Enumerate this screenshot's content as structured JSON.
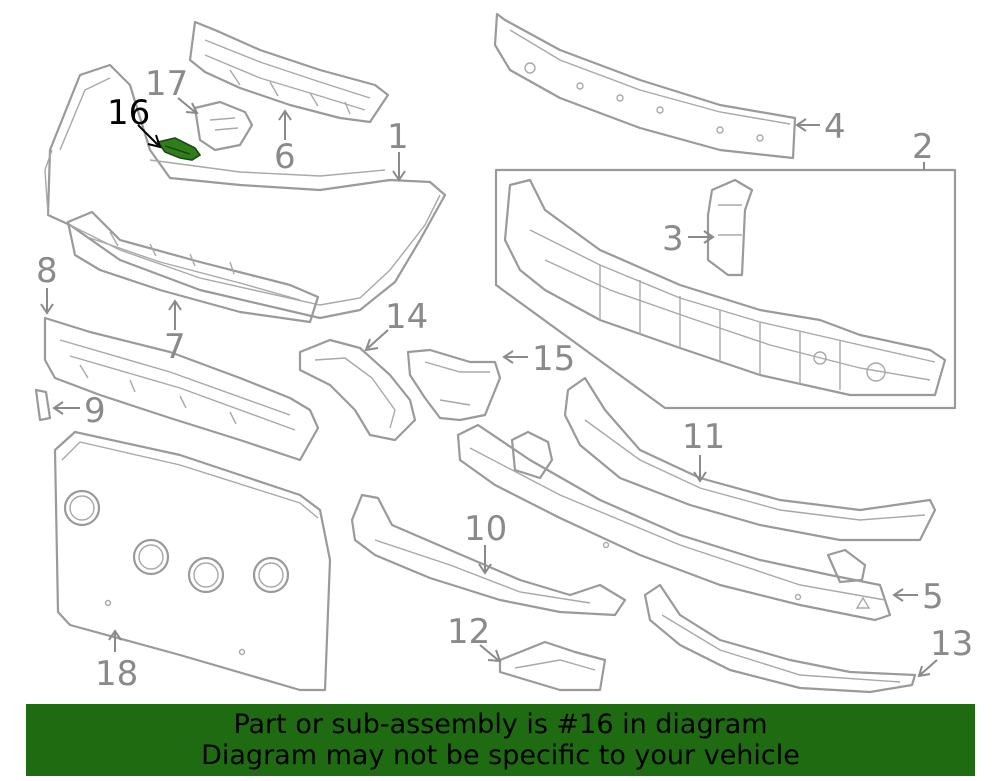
{
  "callouts": {
    "c1": "1",
    "c2": "2",
    "c3": "3",
    "c4": "4",
    "c5": "5",
    "c6": "6",
    "c7": "7",
    "c8": "8",
    "c9": "9",
    "c10": "10",
    "c11": "11",
    "c12": "12",
    "c13": "13",
    "c14": "14",
    "c15": "15",
    "c16": "16",
    "c17": "17",
    "c18": "18"
  },
  "highlight": {
    "part": "16",
    "color": "#2f7d1c"
  },
  "banner": {
    "line1": "Part or sub-assembly is #16 in diagram",
    "line2": "Diagram may not be specific to your vehicle",
    "color": "#1e6b12"
  }
}
